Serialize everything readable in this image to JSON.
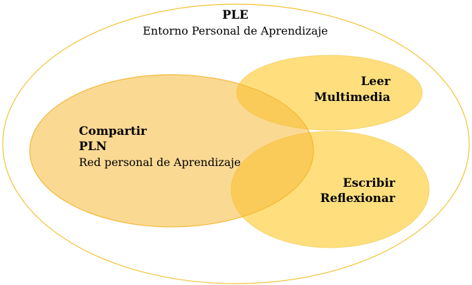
{
  "colors": {
    "outer_stroke": "#F2C12E",
    "fill_light": "#FFD966",
    "fill_medium": "#F6B93B",
    "text": "#000000"
  },
  "ple": {
    "title": "PLE",
    "subtitle": "Entorno Personal de Aprendizaje"
  },
  "compartir": {
    "line1": "Compartir",
    "line2": "PLN",
    "line3": "Red personal de Aprendizaje"
  },
  "leer": {
    "line1": "Leer",
    "line2": "Multimedia"
  },
  "escribir": {
    "line1": "Escribir",
    "line2": "Reflexionar"
  }
}
